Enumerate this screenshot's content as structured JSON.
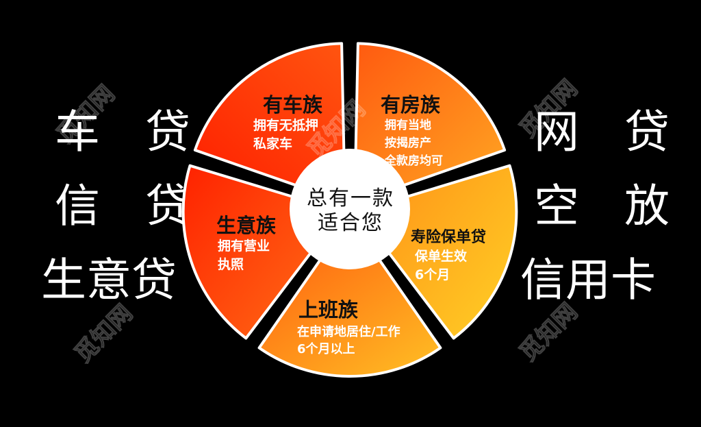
{
  "left_column": {
    "items": [
      {
        "label": "车　贷"
      },
      {
        "label": "信　贷"
      },
      {
        "label": "生意贷"
      }
    ]
  },
  "right_column": {
    "items": [
      {
        "label": "网　贷"
      },
      {
        "label": "空　放"
      },
      {
        "label": "信用卡"
      }
    ]
  },
  "center": {
    "line1": "总有一款",
    "line2": "适合您"
  },
  "segments": [
    {
      "title": "有车族",
      "desc": [
        "拥有无抵押",
        "私家车"
      ],
      "color_from": "#ff2a00",
      "color_to": "#ff5a10"
    },
    {
      "title": "有房族",
      "desc": [
        "拥有当地",
        "按揭房产",
        "全款房均可"
      ],
      "color_from": "#ff5a10",
      "color_to": "#ffa020"
    },
    {
      "title": "寿险保单贷",
      "desc": [
        "保单生效",
        "6个月"
      ],
      "color_from": "#ff9a1a",
      "color_to": "#ffcc22"
    },
    {
      "title": "上班族",
      "desc": [
        "在申请地居住/工作",
        "6个月以上"
      ],
      "color_from": "#ff6510",
      "color_to": "#ffbe25"
    },
    {
      "title": "生意族",
      "desc": [
        "拥有营业",
        "执照"
      ],
      "color_from": "#ff2a00",
      "color_to": "#ff6a15"
    }
  ],
  "watermark": "觅知网",
  "colors": {
    "background": "#000000",
    "center_fill": "#ffffff",
    "segment_border": "#ffffff",
    "title_text": "#111111",
    "desc_text": "#ffffff"
  }
}
